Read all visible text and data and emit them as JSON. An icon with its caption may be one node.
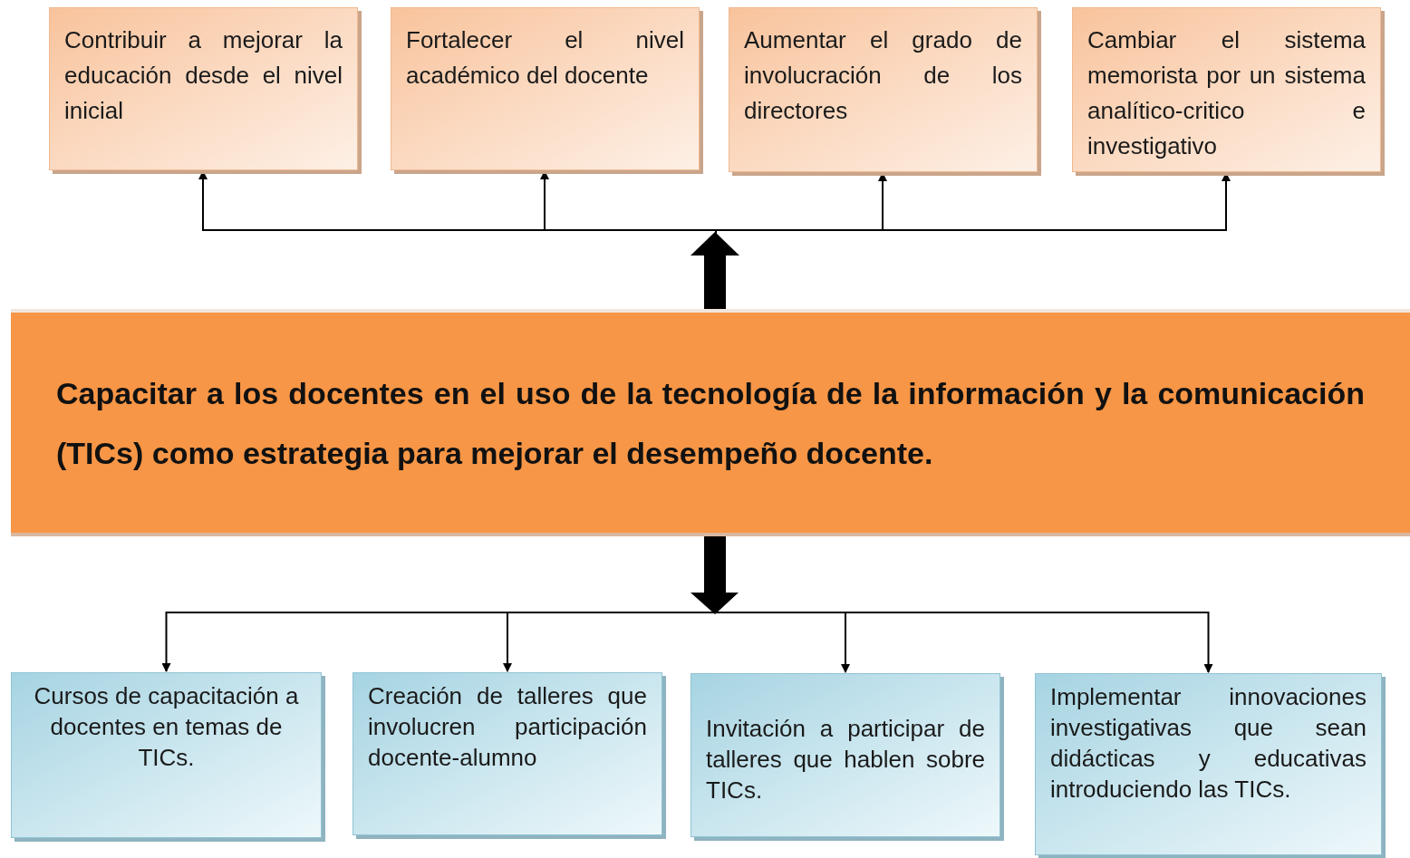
{
  "diagram": {
    "nodes": [
      {
        "text": [
          "Contribuir a mejorar la educación desde el nivel inicial"
        ]
      },
      {
        "text": [
          "Fortalecer el nivel académico del docente"
        ]
      },
      {
        "text": [
          "Aumentar el grado de involucración de los directores"
        ]
      },
      {
        "text": [
          "Cambiar el sistema memorista por un sistema analítico-critico e investigativo"
        ]
      },
      {
        "text": [
          "Capacitar a los docentes en el uso de la tecnología de la información y la comunicación (TICs) como estrategia para mejorar el desempeño docente."
        ]
      },
      {
        "text": [
          "Cursos de capacitación a docentes en temas de TICs."
        ]
      },
      {
        "text": [
          "Creación de talleres que involucren participación docente-alumno"
        ]
      },
      {
        "text": [
          "Invitación a participar de talleres que hablen sobre TICs."
        ]
      },
      {
        "text": [
          "Implementar innovaciones investigativas que sean didácticas y educativas introduciendo las TICs."
        ]
      }
    ],
    "edges": [
      {
        "from": 4,
        "to": 0,
        "arrow": "to"
      },
      {
        "from": 4,
        "to": 1,
        "arrow": "to"
      },
      {
        "from": 4,
        "to": 2,
        "arrow": "to"
      },
      {
        "from": 4,
        "to": 3,
        "arrow": "to"
      },
      {
        "from": 4,
        "to": 5,
        "arrow": "to"
      },
      {
        "from": 4,
        "to": 6,
        "arrow": "to"
      },
      {
        "from": 4,
        "to": 7,
        "arrow": "to"
      },
      {
        "from": 4,
        "to": 8,
        "arrow": "to"
      }
    ]
  }
}
